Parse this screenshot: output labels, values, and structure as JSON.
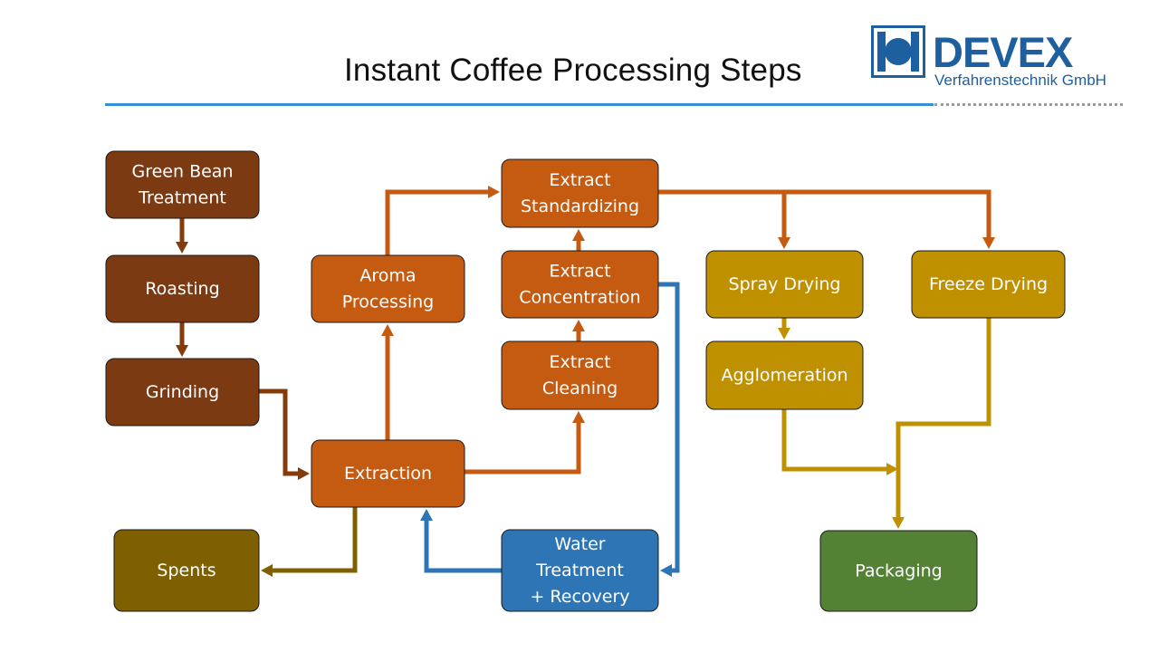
{
  "title": "Instant Coffee Processing Steps",
  "logo": {
    "name": "DEVEX",
    "subtitle": "Verfahrenstechnik GmbH",
    "color": "#1e5fa0"
  },
  "colors": {
    "dark_brown": "#7b3a12",
    "orange": "#c55a11",
    "gold": "#bf9000",
    "olive": "#7f6000",
    "blue": "#2e75b6",
    "green": "#548235",
    "arrow_brown": "#843c0c",
    "arrow_orange": "#c55a11",
    "arrow_gold": "#bf9000",
    "arrow_olive": "#7f6000",
    "arrow_blue": "#2e75b6"
  },
  "nodes": [
    {
      "id": "green-bean-treatment",
      "lines": [
        "Green Bean",
        "Treatment"
      ],
      "color": "dark_brown"
    },
    {
      "id": "roasting",
      "lines": [
        "Roasting"
      ],
      "color": "dark_brown"
    },
    {
      "id": "grinding",
      "lines": [
        "Grinding"
      ],
      "color": "dark_brown"
    },
    {
      "id": "extraction",
      "lines": [
        "Extraction"
      ],
      "color": "orange"
    },
    {
      "id": "aroma-processing",
      "lines": [
        "Aroma",
        "Processing"
      ],
      "color": "orange"
    },
    {
      "id": "extract-standardizing",
      "lines": [
        "Extract",
        "Standardizing"
      ],
      "color": "orange"
    },
    {
      "id": "extract-concentration",
      "lines": [
        "Extract",
        "Concentration"
      ],
      "color": "orange"
    },
    {
      "id": "extract-cleaning",
      "lines": [
        "Extract",
        "Cleaning"
      ],
      "color": "orange"
    },
    {
      "id": "spray-drying",
      "lines": [
        "Spray Drying"
      ],
      "color": "gold"
    },
    {
      "id": "freeze-drying",
      "lines": [
        "Freeze Drying"
      ],
      "color": "gold"
    },
    {
      "id": "agglomeration",
      "lines": [
        "Agglomeration"
      ],
      "color": "gold"
    },
    {
      "id": "spents",
      "lines": [
        "Spents"
      ],
      "color": "olive"
    },
    {
      "id": "water-treatment",
      "lines": [
        "Water",
        "Treatment",
        "+ Recovery"
      ],
      "color": "blue"
    },
    {
      "id": "packaging",
      "lines": [
        "Packaging"
      ],
      "color": "green"
    }
  ],
  "connections": [
    {
      "from": "green-bean-treatment",
      "to": "roasting",
      "color": "arrow_brown"
    },
    {
      "from": "roasting",
      "to": "grinding",
      "color": "arrow_brown"
    },
    {
      "from": "grinding",
      "to": "extraction",
      "color": "arrow_brown"
    },
    {
      "from": "extraction",
      "to": "aroma-processing",
      "color": "arrow_orange"
    },
    {
      "from": "aroma-processing",
      "to": "extract-standardizing",
      "color": "arrow_orange"
    },
    {
      "from": "extraction",
      "to": "extract-cleaning",
      "color": "arrow_orange"
    },
    {
      "from": "extract-cleaning",
      "to": "extract-concentration",
      "color": "arrow_orange"
    },
    {
      "from": "extract-concentration",
      "to": "extract-standardizing",
      "color": "arrow_orange"
    },
    {
      "from": "extract-standardizing",
      "to": "spray-drying",
      "color": "arrow_orange"
    },
    {
      "from": "extract-standardizing",
      "to": "freeze-drying",
      "color": "arrow_orange"
    },
    {
      "from": "spray-drying",
      "to": "agglomeration",
      "color": "arrow_gold"
    },
    {
      "from": "agglomeration",
      "to": "packaging",
      "color": "arrow_gold"
    },
    {
      "from": "freeze-drying",
      "to": "packaging",
      "color": "arrow_gold"
    },
    {
      "from": "extraction",
      "to": "spents",
      "color": "arrow_olive"
    },
    {
      "from": "extract-concentration",
      "to": "water-treatment",
      "color": "arrow_blue"
    },
    {
      "from": "water-treatment",
      "to": "extraction",
      "color": "arrow_blue"
    }
  ]
}
